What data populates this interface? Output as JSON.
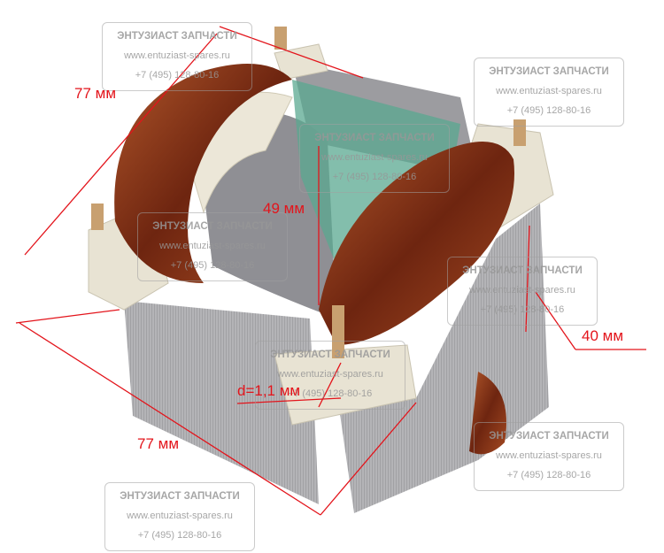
{
  "watermark": {
    "brand": "ЭНТУЗИАСТ ЗАПЧАСТИ",
    "site": "www.entuziast-spares.ru",
    "phone": "+7 (495) 128-80-16"
  },
  "dimensions": {
    "top_width": "77 мм",
    "inner_height": "49 мм",
    "side_depth": "40 мм",
    "wire_diameter": "d=1,1 мм",
    "bottom_width": "77 мм"
  },
  "colors": {
    "dimension_line": "#e3141b",
    "copper": "#8a3a1c",
    "steel": "#a8a8ab",
    "plastic": "#e8e3d3"
  }
}
